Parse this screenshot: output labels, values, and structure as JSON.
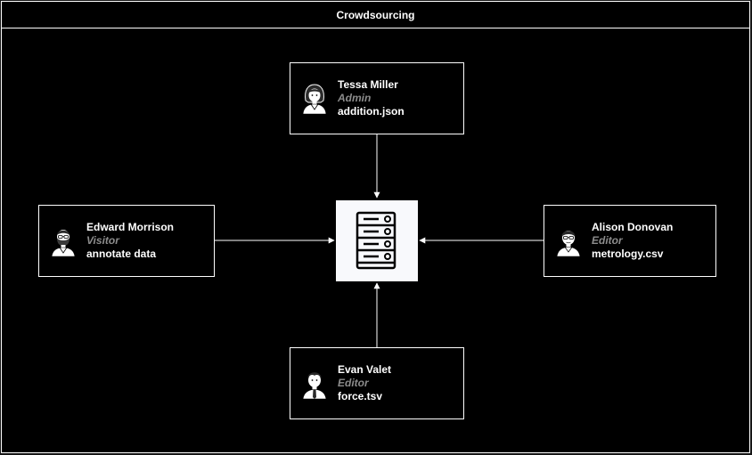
{
  "diagram": {
    "title": "Crowdsourcing",
    "colors": {
      "background": "#000000",
      "stroke": "#ffffff",
      "role_text": "#8c8c8c",
      "server_fill": "#f8f9fc"
    },
    "hub": {
      "icon": "server-icon"
    },
    "nodes": [
      {
        "id": "tessa",
        "name": "Tessa Miller",
        "role": "Admin",
        "item": "addition.json",
        "icon": "woman-avatar-icon"
      },
      {
        "id": "edward",
        "name": "Edward Morrison",
        "role": "Visitor",
        "item": "annotate data",
        "icon": "bearded-man-glasses-avatar-icon"
      },
      {
        "id": "alison",
        "name": "Alison Donovan",
        "role": "Editor",
        "item": "metrology.csv",
        "icon": "man-glasses-avatar-icon"
      },
      {
        "id": "evan",
        "name": "Evan Valet",
        "role": "Editor",
        "item": "force.tsv",
        "icon": "man-tie-avatar-icon"
      }
    ],
    "edges": [
      {
        "from": "tessa",
        "to": "server"
      },
      {
        "from": "edward",
        "to": "server"
      },
      {
        "from": "alison",
        "to": "server"
      },
      {
        "from": "evan",
        "to": "server"
      }
    ]
  }
}
